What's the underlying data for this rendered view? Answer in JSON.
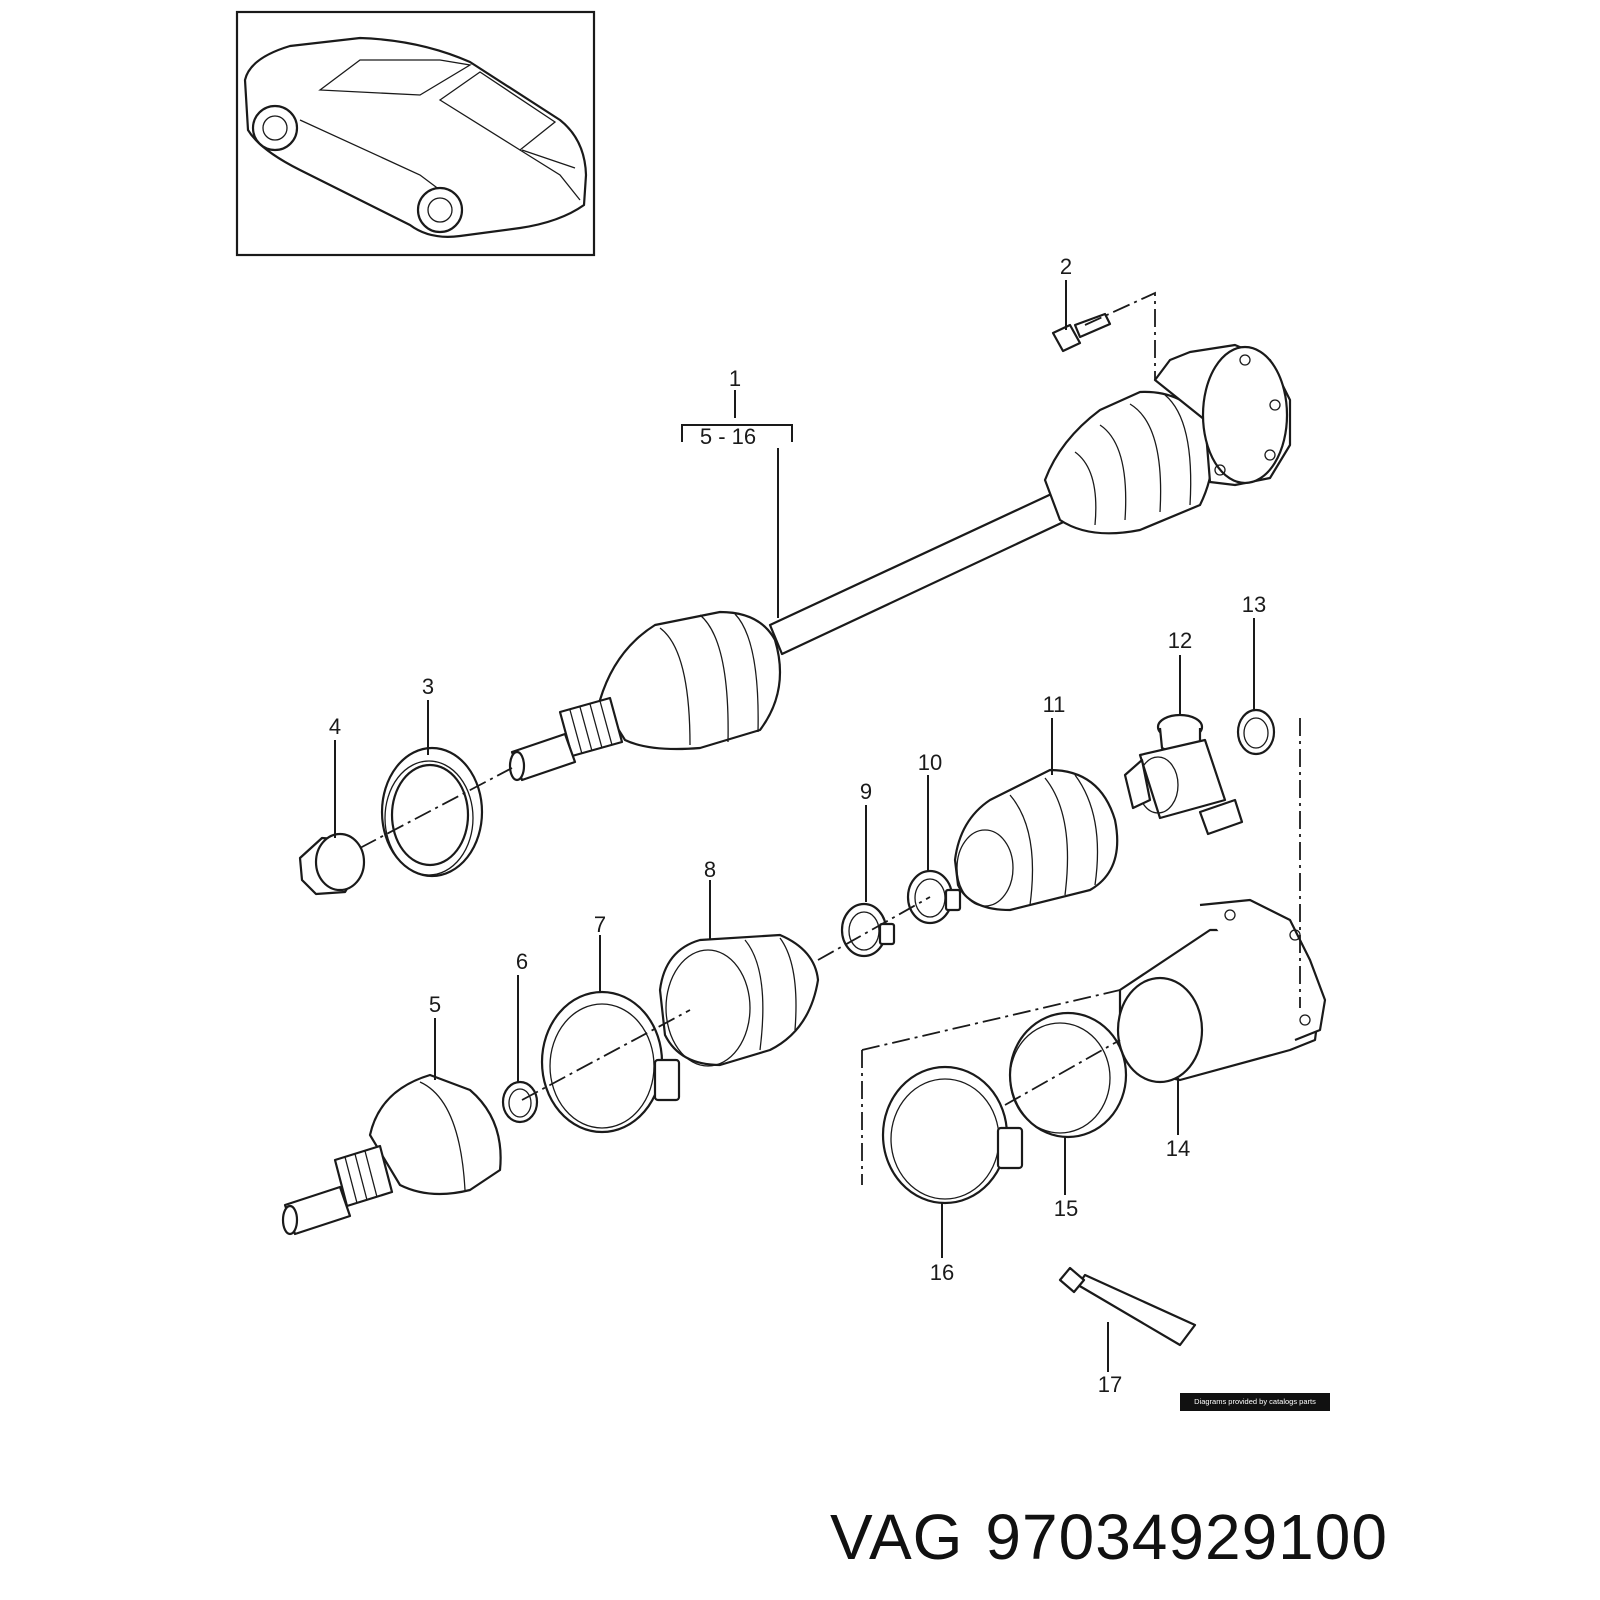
{
  "diagram": {
    "callouts": [
      {
        "id": "1",
        "label": "1"
      },
      {
        "id": "2",
        "label": "2"
      },
      {
        "id": "3",
        "label": "3"
      },
      {
        "id": "4",
        "label": "4"
      },
      {
        "id": "5",
        "label": "5"
      },
      {
        "id": "6",
        "label": "6"
      },
      {
        "id": "7",
        "label": "7"
      },
      {
        "id": "8",
        "label": "8"
      },
      {
        "id": "9",
        "label": "9"
      },
      {
        "id": "10",
        "label": "10"
      },
      {
        "id": "11",
        "label": "11"
      },
      {
        "id": "12",
        "label": "12"
      },
      {
        "id": "13",
        "label": "13"
      },
      {
        "id": "14",
        "label": "14"
      },
      {
        "id": "15",
        "label": "15"
      },
      {
        "id": "16",
        "label": "16"
      },
      {
        "id": "17",
        "label": "17"
      }
    ],
    "range_label": "5 - 16",
    "credit": "Diagrams provided by catalogs parts"
  },
  "footer": {
    "brand": "VAG",
    "part_number": "97034929100"
  }
}
